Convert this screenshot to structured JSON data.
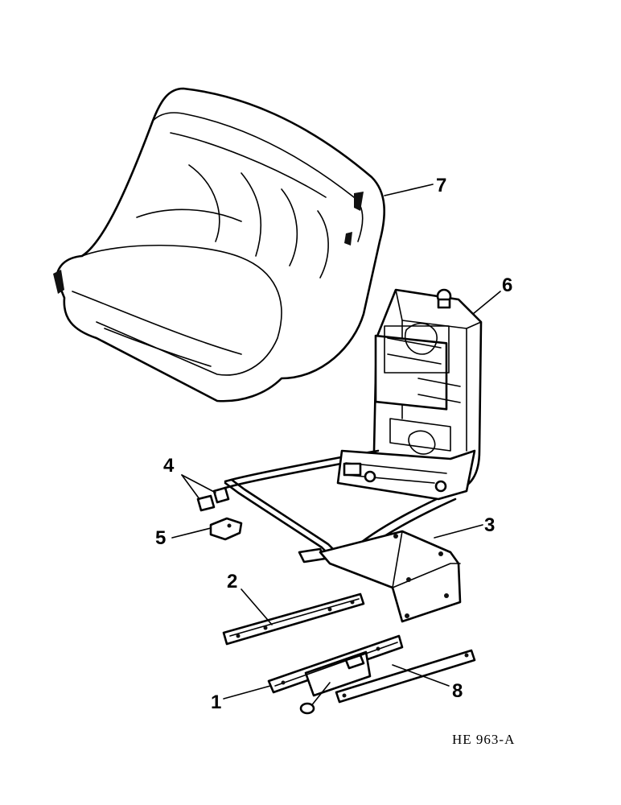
{
  "diagram": {
    "parts": [
      {
        "callout": "1",
        "part": "seat-slide-rail-with-lever"
      },
      {
        "callout": "2",
        "part": "seat-slide-rail"
      },
      {
        "callout": "3",
        "part": "seat-mounting-bracket"
      },
      {
        "callout": "4",
        "part": "clips"
      },
      {
        "callout": "5",
        "part": "lever-bracket"
      },
      {
        "callout": "6",
        "part": "seat-suspension-assembly"
      },
      {
        "callout": "7",
        "part": "seat-cushion"
      },
      {
        "callout": "8",
        "part": "strap"
      }
    ],
    "reference_code": "HE 963-A"
  }
}
